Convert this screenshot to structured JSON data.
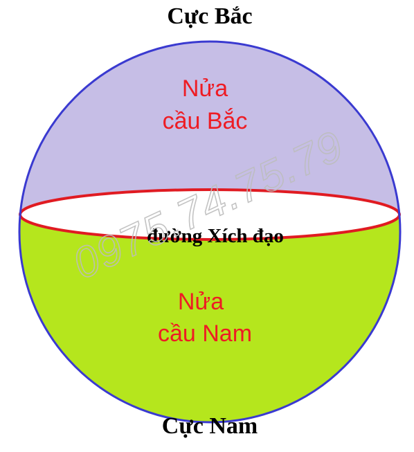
{
  "labels": {
    "north_pole": "Cực Bắc",
    "south_pole": "Cực Nam",
    "northern_hemisphere_line1": "Nửa",
    "northern_hemisphere_line2": "cầu Bắc",
    "southern_hemisphere_line1": "Nửa",
    "southern_hemisphere_line2": "cầu Nam",
    "equator": "đường Xích đạo"
  },
  "watermark": {
    "text": "0975.74.75.79"
  },
  "colors": {
    "northern_hemisphere_fill": "#c6bee6",
    "southern_hemisphere_fill": "#b5e61d",
    "sphere_outline": "#3a3ad0",
    "equator_outline": "#e01b22",
    "equator_fill": "#ffffff",
    "hemisphere_text": "#ee1c24",
    "pole_text": "#000000"
  }
}
